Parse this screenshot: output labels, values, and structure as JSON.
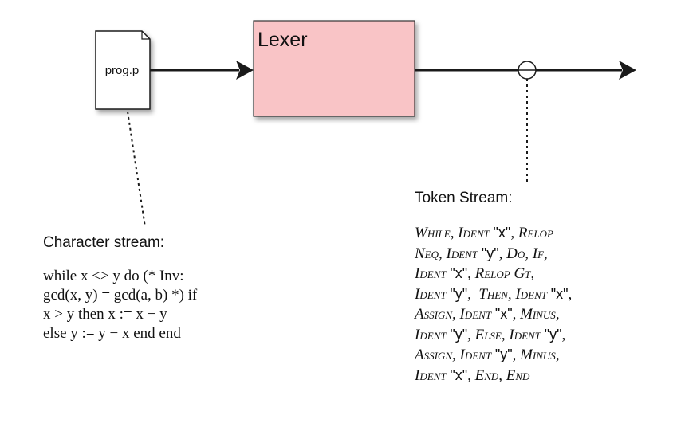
{
  "file": {
    "name": "prog.p"
  },
  "lexer": {
    "label": "Lexer"
  },
  "character_stream": {
    "heading": "Character stream:",
    "lines": [
      "while x <> y do (* Inv:",
      "gcd(x, y) = gcd(a, b) *) if",
      "x > y then x := x − y",
      "else y := y − x end end"
    ]
  },
  "token_stream": {
    "heading": "Token Stream:",
    "lines": [
      [
        {
          "t": "kw",
          "v": "While"
        },
        {
          "t": "p",
          "v": ", "
        },
        {
          "t": "kw",
          "v": "Ident"
        },
        {
          "t": "p",
          "v": " "
        },
        {
          "t": "s",
          "v": "\"x\""
        },
        {
          "t": "p",
          "v": ", "
        },
        {
          "t": "kw",
          "v": "Relop"
        }
      ],
      [
        {
          "t": "kw",
          "v": "Neq"
        },
        {
          "t": "p",
          "v": ", "
        },
        {
          "t": "kw",
          "v": "Ident"
        },
        {
          "t": "p",
          "v": " "
        },
        {
          "t": "s",
          "v": "\"y\""
        },
        {
          "t": "p",
          "v": ", "
        },
        {
          "t": "kw",
          "v": "Do"
        },
        {
          "t": "p",
          "v": ", "
        },
        {
          "t": "kw",
          "v": "If"
        },
        {
          "t": "p",
          "v": ","
        }
      ],
      [
        {
          "t": "kw",
          "v": "Ident"
        },
        {
          "t": "p",
          "v": " "
        },
        {
          "t": "s",
          "v": "\"x\""
        },
        {
          "t": "p",
          "v": ", "
        },
        {
          "t": "kw",
          "v": "Relop Gt"
        },
        {
          "t": "p",
          "v": ","
        }
      ],
      [
        {
          "t": "kw",
          "v": "Ident"
        },
        {
          "t": "p",
          "v": " "
        },
        {
          "t": "s",
          "v": "\"y\""
        },
        {
          "t": "p",
          "v": ",  "
        },
        {
          "t": "kw",
          "v": "Then"
        },
        {
          "t": "p",
          "v": ", "
        },
        {
          "t": "kw",
          "v": "Ident"
        },
        {
          "t": "p",
          "v": " "
        },
        {
          "t": "s",
          "v": "\"x\""
        },
        {
          "t": "p",
          "v": ","
        }
      ],
      [
        {
          "t": "kw",
          "v": "Assign"
        },
        {
          "t": "p",
          "v": ", "
        },
        {
          "t": "kw",
          "v": "Ident"
        },
        {
          "t": "p",
          "v": " "
        },
        {
          "t": "s",
          "v": "\"x\""
        },
        {
          "t": "p",
          "v": ", "
        },
        {
          "t": "kw",
          "v": "Minus"
        },
        {
          "t": "p",
          "v": ","
        }
      ],
      [
        {
          "t": "kw",
          "v": "Ident"
        },
        {
          "t": "p",
          "v": " "
        },
        {
          "t": "s",
          "v": "\"y\""
        },
        {
          "t": "p",
          "v": ", "
        },
        {
          "t": "kw",
          "v": "Else"
        },
        {
          "t": "p",
          "v": ", "
        },
        {
          "t": "kw",
          "v": "Ident"
        },
        {
          "t": "p",
          "v": " "
        },
        {
          "t": "s",
          "v": "\"y\""
        },
        {
          "t": "p",
          "v": ","
        }
      ],
      [
        {
          "t": "kw",
          "v": "Assign"
        },
        {
          "t": "p",
          "v": ", "
        },
        {
          "t": "kw",
          "v": "Ident"
        },
        {
          "t": "p",
          "v": " "
        },
        {
          "t": "s",
          "v": "\"y\""
        },
        {
          "t": "p",
          "v": ", "
        },
        {
          "t": "kw",
          "v": "Minus"
        },
        {
          "t": "p",
          "v": ","
        }
      ],
      [
        {
          "t": "kw",
          "v": "Ident"
        },
        {
          "t": "p",
          "v": " "
        },
        {
          "t": "s",
          "v": "\"x\""
        },
        {
          "t": "p",
          "v": ", "
        },
        {
          "t": "kw",
          "v": "End"
        },
        {
          "t": "p",
          "v": ", "
        },
        {
          "t": "kw",
          "v": "End"
        }
      ]
    ]
  },
  "colors": {
    "lexer_fill": "#f9c4c6",
    "line": "#1a1a1a",
    "file_fill": "#ffffff"
  }
}
